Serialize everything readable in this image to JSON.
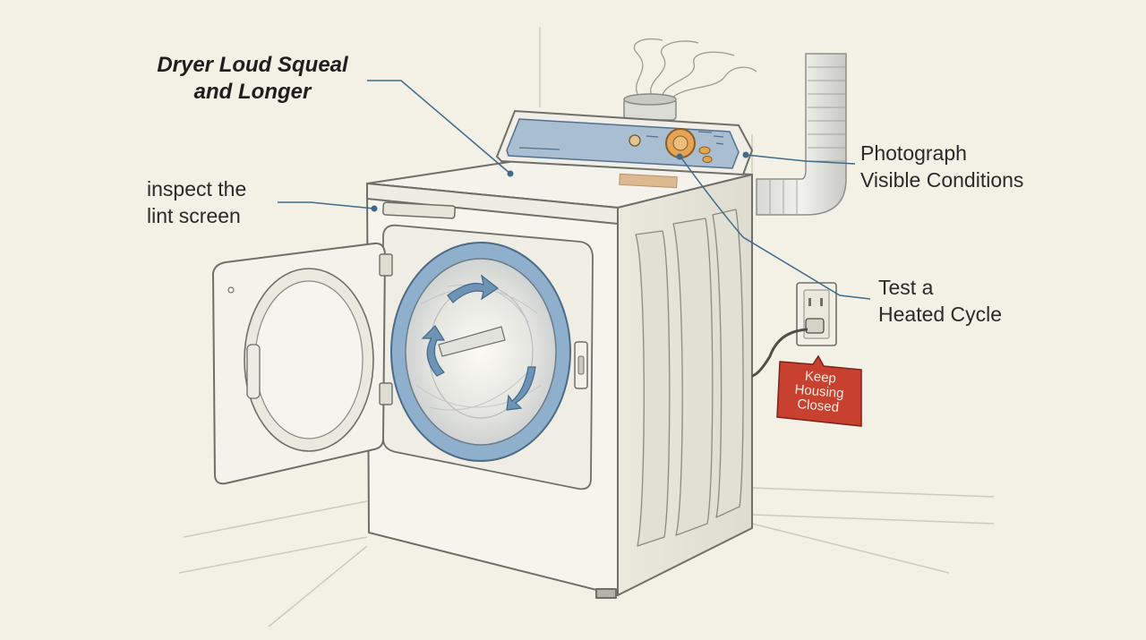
{
  "title": {
    "line1": "Dryer Loud Squeal",
    "line2": "and Longer"
  },
  "callouts": {
    "lint": {
      "line1": "inspect the",
      "line2": "lint screen"
    },
    "photo": {
      "line1": "Photograph",
      "line2": "Visible Conditions"
    },
    "test": {
      "line1": "Test a",
      "line2": "Heated Cycle"
    }
  },
  "warning_tag": {
    "line1": "Keep",
    "line2": "Housing",
    "line3": "Closed"
  },
  "colors": {
    "background": "#f3f0e6",
    "leader_line": "#3f6a8c",
    "control_panel": "#a9bed0",
    "drum_ring": "#8fb0cc",
    "arrow": "#6e93b4",
    "knob": "#e4a456",
    "warning_tag": "#c8412f"
  }
}
